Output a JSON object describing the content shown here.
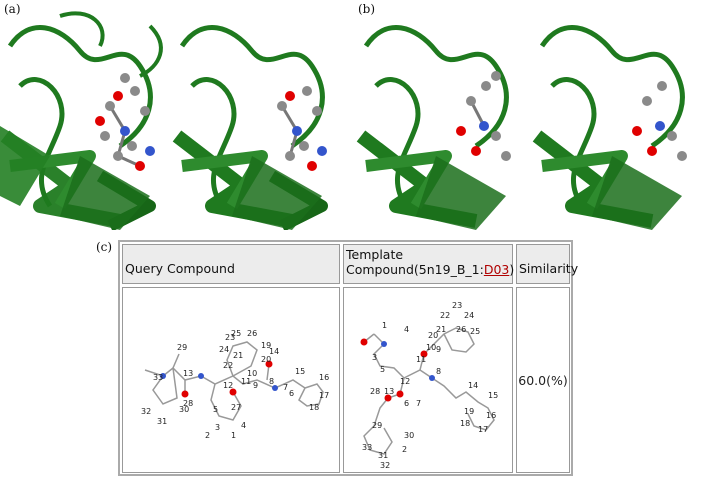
{
  "panels": {
    "a": "(a)",
    "b": "(b)",
    "c": "(c)"
  },
  "table": {
    "query_header": "Query Compound",
    "template_header_prefix": "Template Compound(5n19_B_1:",
    "template_link": "D03",
    "template_header_suffix": ")",
    "similarity_header": "Similarity",
    "similarity_value": "60.0(%)"
  },
  "query_atoms": [
    "29",
    "33",
    "13",
    "32",
    "31",
    "30",
    "28",
    "12",
    "5",
    "3",
    "2",
    "1",
    "27",
    "11",
    "10",
    "9",
    "8",
    "20",
    "22",
    "21",
    "23",
    "24",
    "25",
    "26",
    "19",
    "14",
    "15",
    "16",
    "17",
    "18",
    "6",
    "7",
    "4"
  ],
  "template_atoms": [
    "23",
    "22",
    "24",
    "21",
    "26",
    "25",
    "20",
    "10",
    "9",
    "4",
    "1",
    "3",
    "11",
    "5",
    "12",
    "8",
    "13",
    "28",
    "6",
    "7",
    "14",
    "15",
    "16",
    "17",
    "18",
    "19",
    "29",
    "30",
    "33",
    "32",
    "31",
    "2"
  ],
  "colors": {
    "protein": "#1f7a1f",
    "carbon": "#8a8a8a",
    "oxygen": "#e00000",
    "nitrogen": "#3355cc"
  }
}
